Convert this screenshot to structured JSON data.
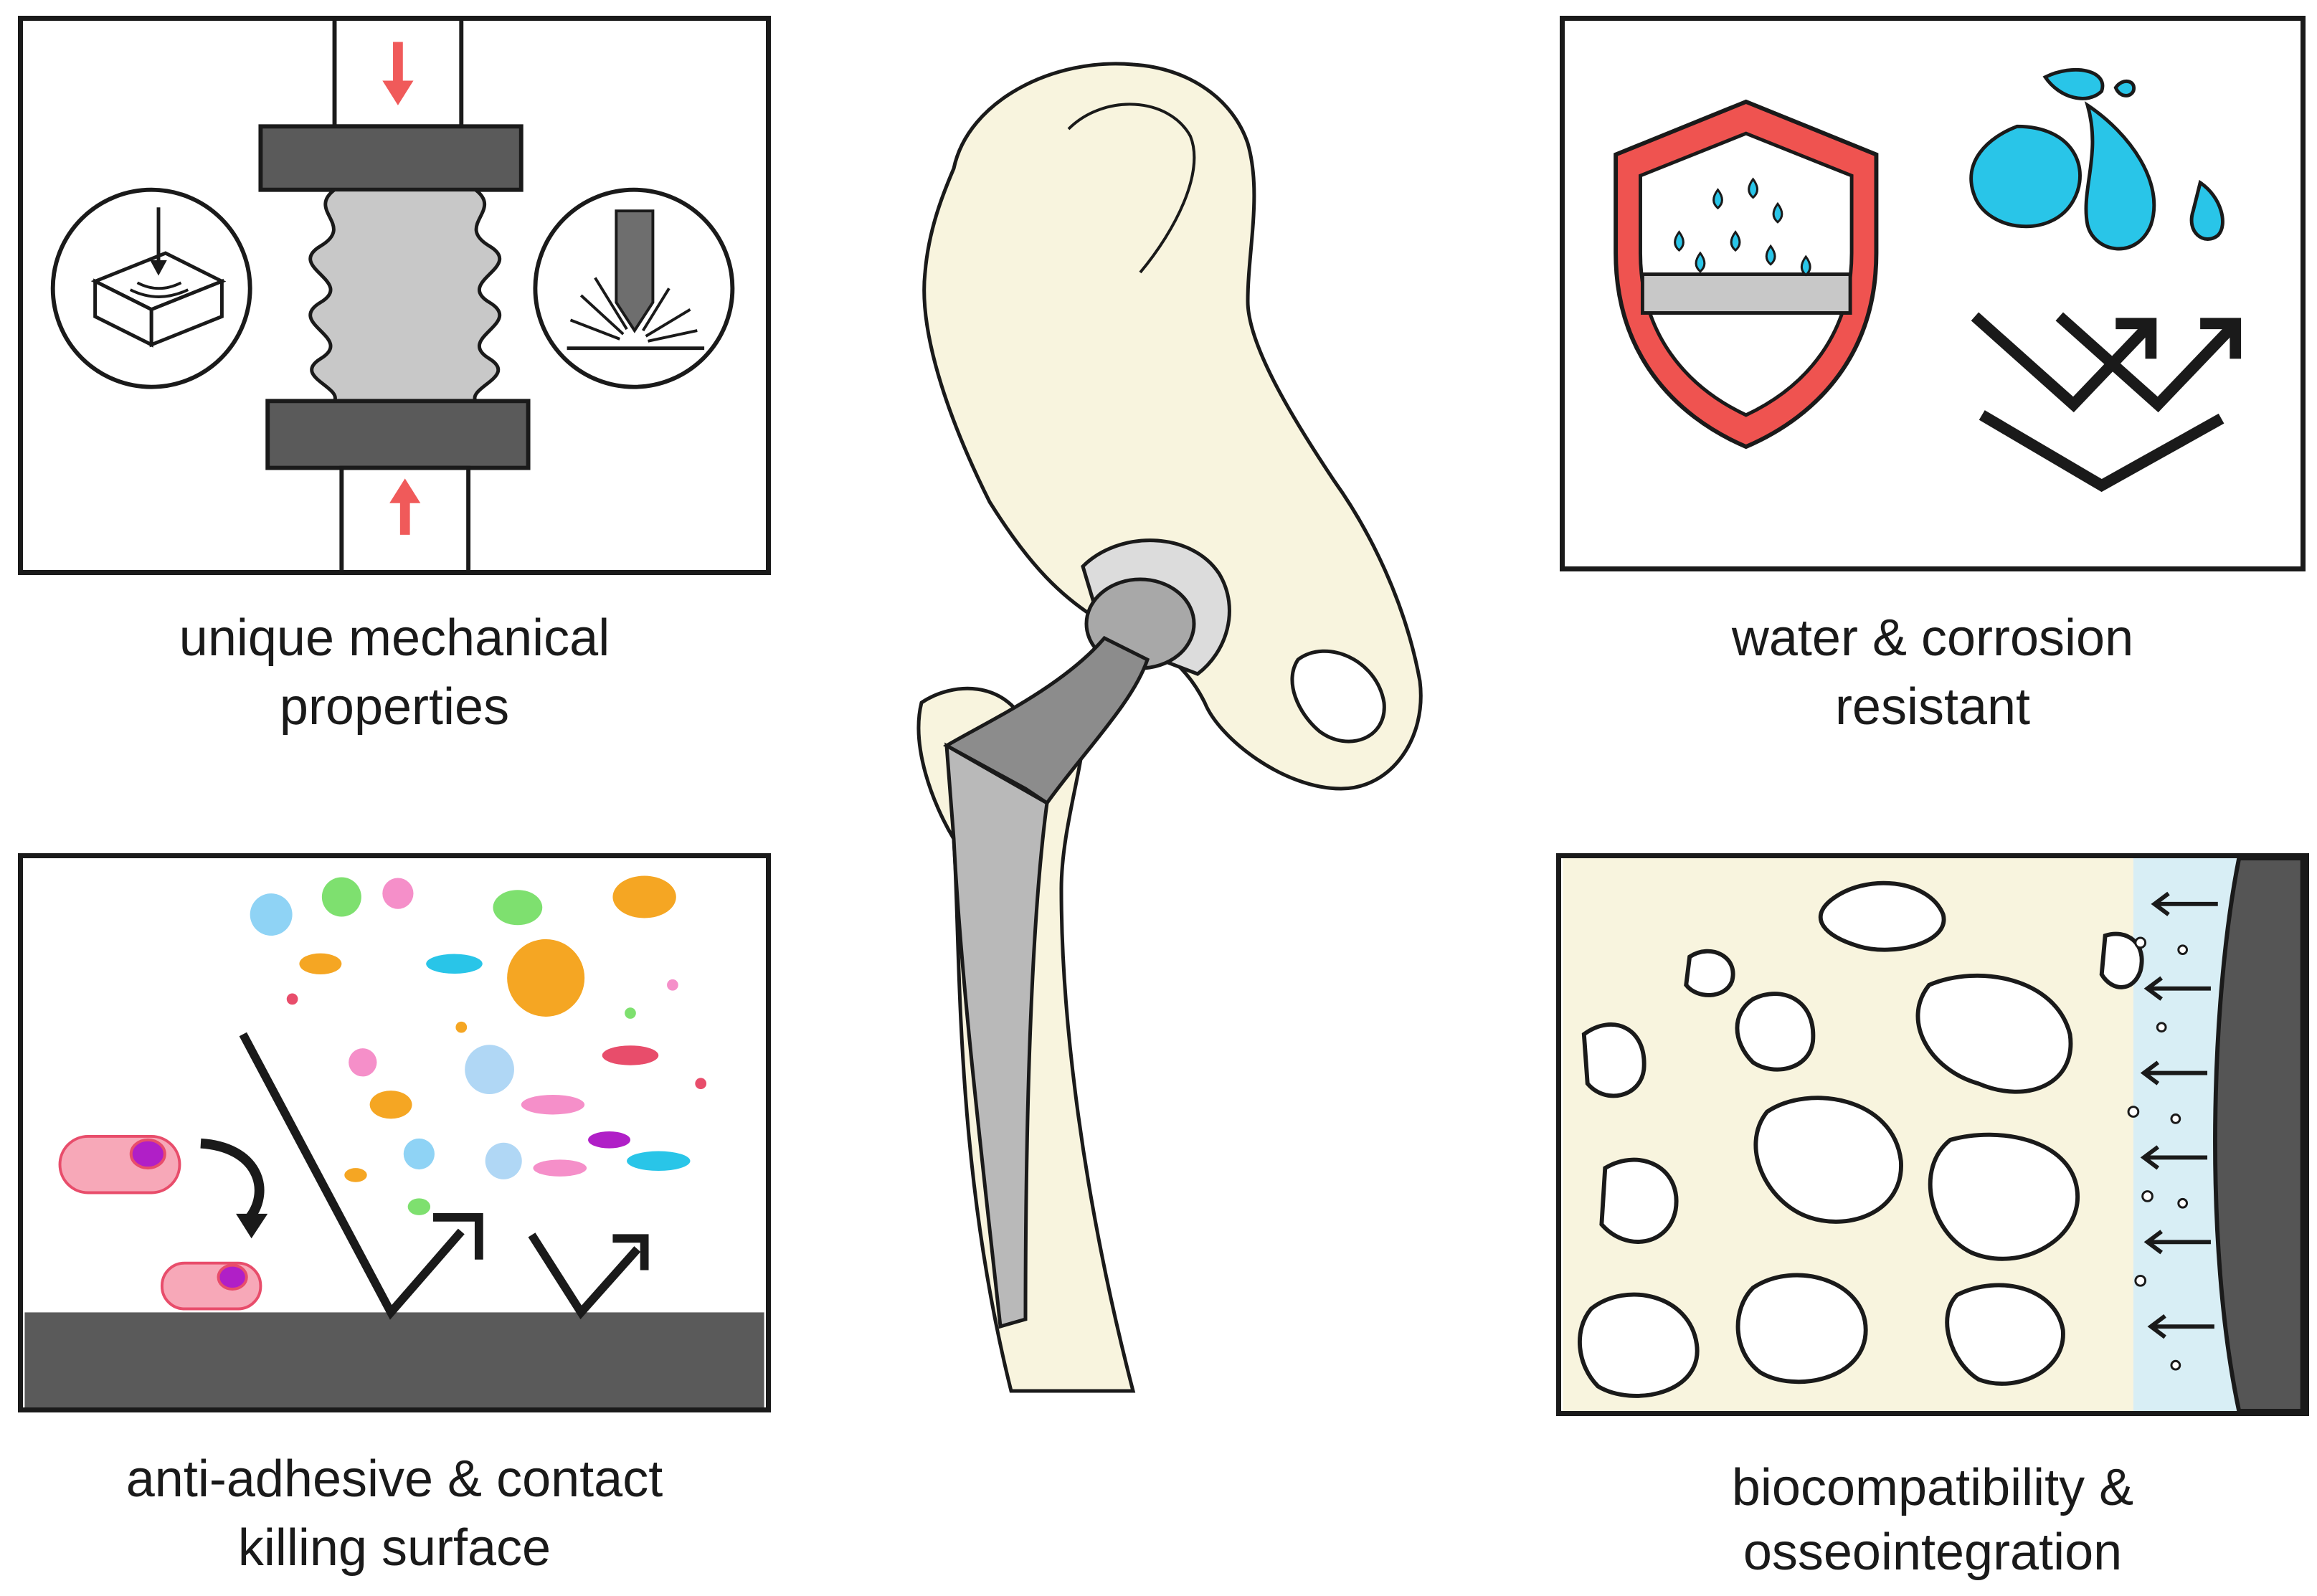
{
  "panels": {
    "mechanical": {
      "caption_line1": "unique mechanical",
      "caption_line2": "properties"
    },
    "water": {
      "caption_line1": "water & corrosion",
      "caption_line2": "resistant"
    },
    "antibacterial": {
      "caption_line1": "anti-adhesive & contact",
      "caption_line2": "killing surface"
    },
    "osseo": {
      "caption_line1": "biocompatibility &",
      "caption_line2": "osseointegration"
    }
  },
  "colors": {
    "bone": "#f8f4de",
    "implant_dark": "#8c8c8c",
    "implant_light": "#c9c9c9",
    "shield_red": "#ef5350",
    "water_blue": "#29c5e8",
    "arrow_red": "#f05a5a",
    "surface_dark": "#5a5a5a"
  },
  "icons": [
    "compression-press-icon",
    "indentation-icon",
    "scratch-tool-icon",
    "shield-icon",
    "water-drops-icon",
    "deflect-arrows-icon",
    "bacteria-cloud-icon",
    "bone-structure-icon"
  ]
}
